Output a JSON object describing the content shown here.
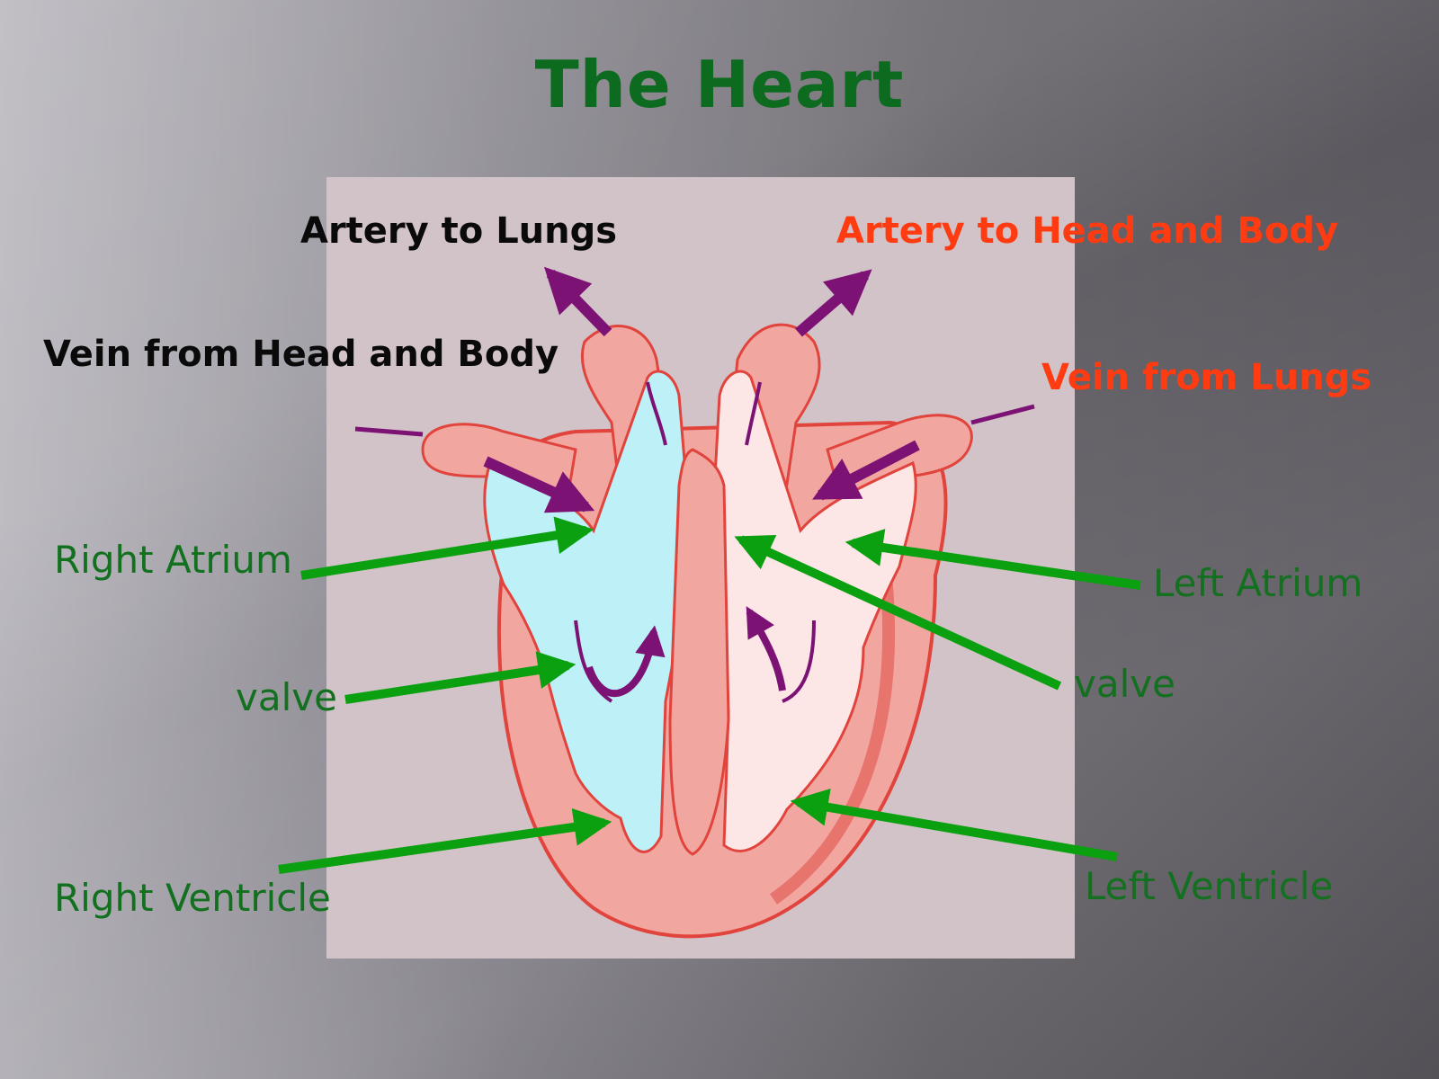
{
  "title": "The Heart",
  "labels": {
    "artery_to_lungs": "Artery to Lungs",
    "artery_to_head_body": "Artery to Head and Body",
    "vein_from_head_body": "Vein from Head and Body",
    "vein_from_lungs": "Vein from Lungs",
    "right_atrium": "Right Atrium",
    "left_atrium": "Left Atrium",
    "valve_left_side": "valve",
    "valve_right_side": "valve",
    "right_ventricle": "Right Ventricle",
    "left_ventricle": "Left Ventricle"
  },
  "colors": {
    "title": "#0d6b1f",
    "black_label": "#0a0a0a",
    "red_label": "#ff3b12",
    "green_label": "#12701f",
    "pointer_arrow": "#0aa00f",
    "flow_arrow": "#7d1275",
    "deoxygenated_blood": "#bdf0f7",
    "oxygenated_blood": "#fde6e6",
    "heart_wall": "#f2a6a0",
    "heart_outline": "#e0443c"
  }
}
